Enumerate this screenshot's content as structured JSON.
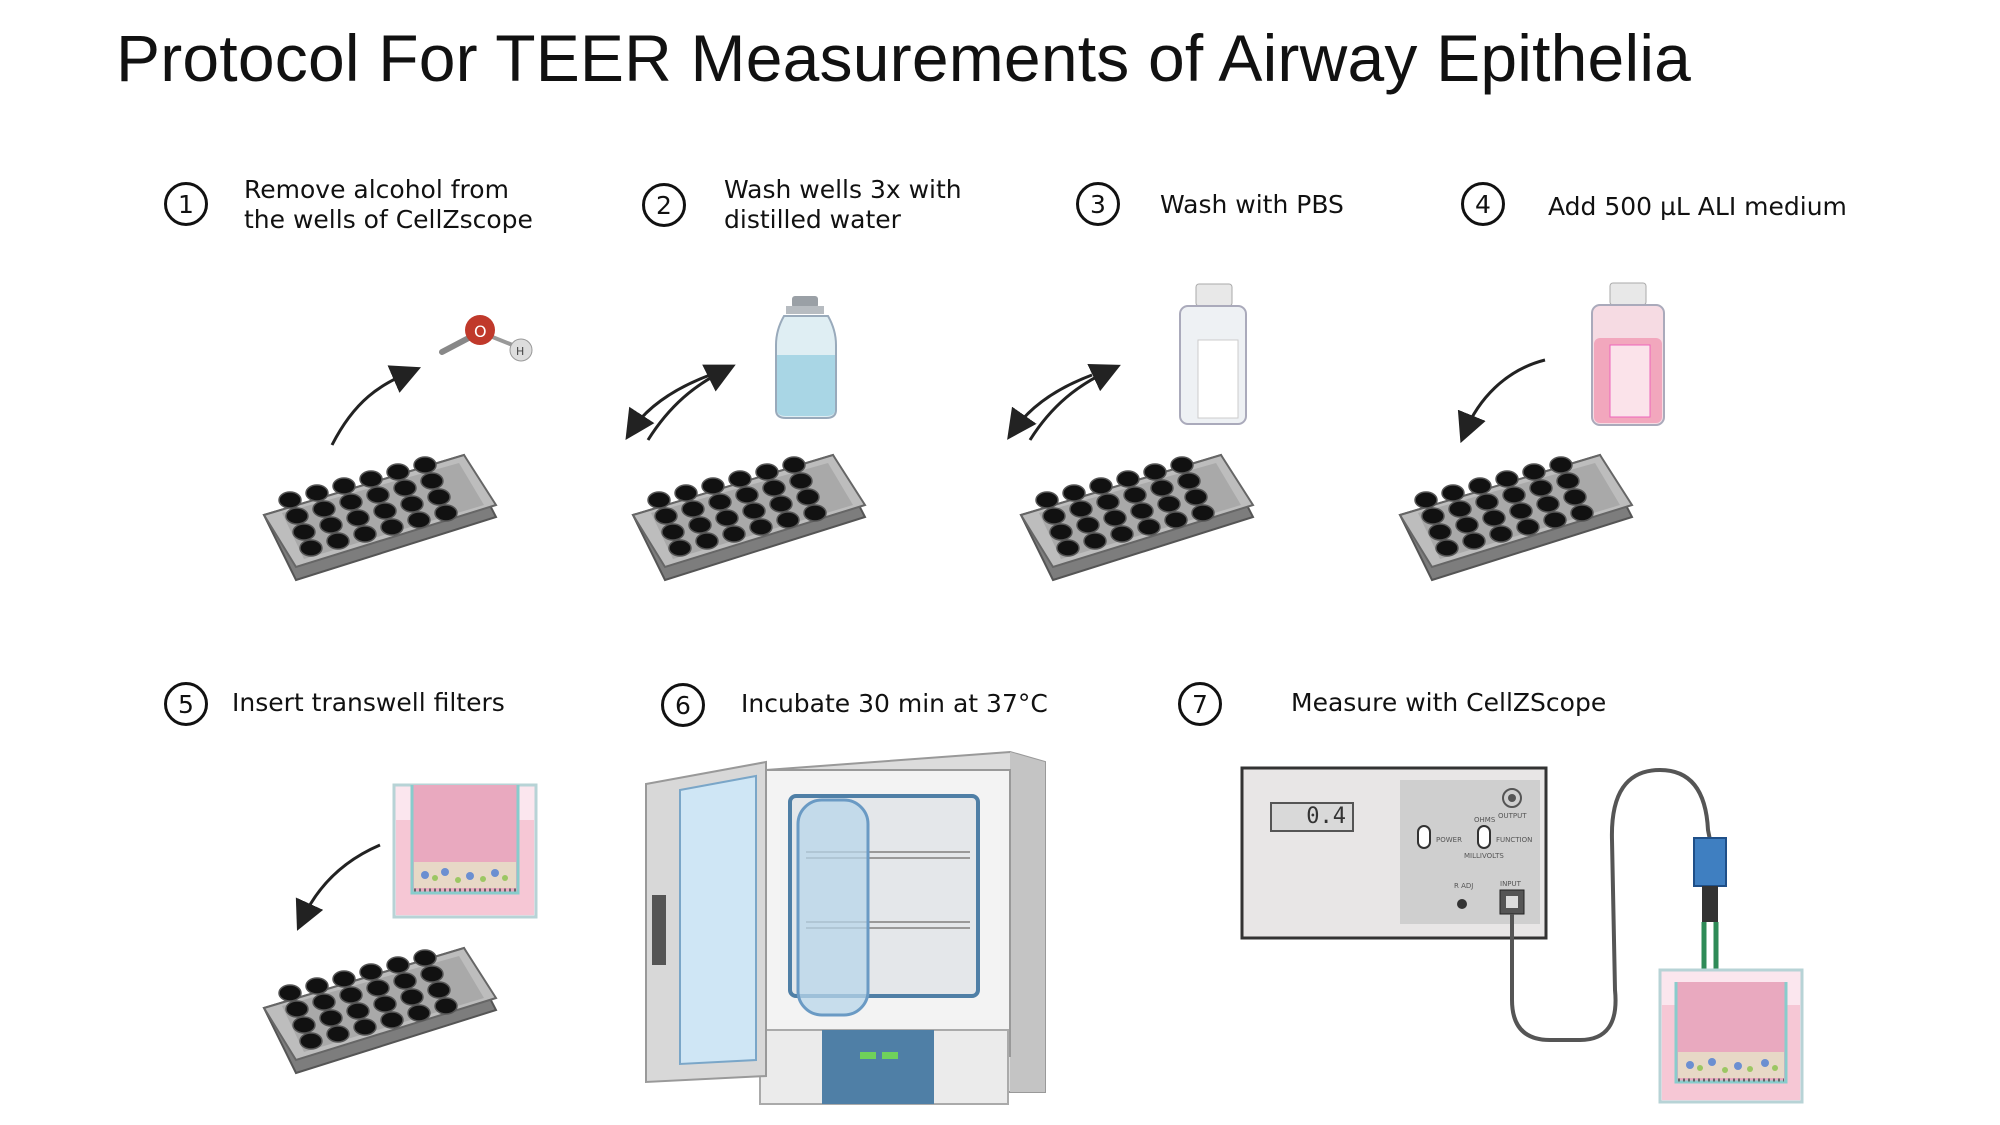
{
  "title": "Protocol For TEER Measurements of Airway Epithelia",
  "steps": [
    {
      "num": "1",
      "line1": "Remove alcohol from",
      "line2": "the wells of CellZscope"
    },
    {
      "num": "2",
      "line1": "Wash wells 3x with",
      "line2": "distilled water"
    },
    {
      "num": "3",
      "line1": "Wash with PBS",
      "line2": ""
    },
    {
      "num": "4",
      "line1": "Add 500 µL ALI medium",
      "line2": ""
    },
    {
      "num": "5",
      "line1": "Insert transwell filters",
      "line2": ""
    },
    {
      "num": "6",
      "line1": "Incubate 30 min at 37°C",
      "line2": ""
    },
    {
      "num": "7",
      "line1": "Measure with CellZScope",
      "line2": ""
    }
  ],
  "molecule": {
    "o": "O",
    "h": "H"
  },
  "meter": {
    "display": "0.4",
    "output": "OUTPUT",
    "power": "POWER",
    "ohms": "OHMS",
    "function": "FUNCTION",
    "millivolts": "MILLIVOLTS",
    "r_adj": "R ADJ",
    "input": "INPUT"
  },
  "colors": {
    "plate": "#8c8c8c",
    "well": "#111111",
    "medium_pink": "#f2b8c6",
    "water_blue": "#bfe0ea",
    "incubator_blue": "#4f7fa6"
  }
}
